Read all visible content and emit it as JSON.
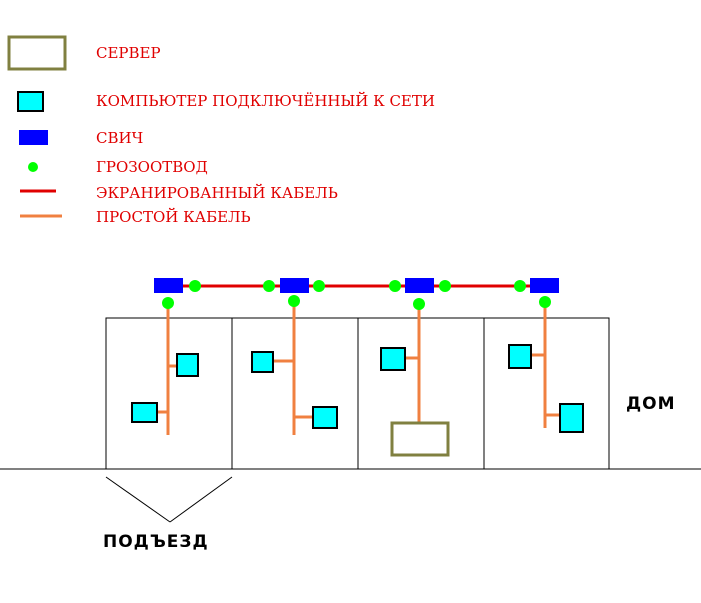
{
  "colors": {
    "server_border": "#808040",
    "computer_fill": "#00ffff",
    "computer_border": "#000000",
    "switch_fill": "#0000ff",
    "lightning_rod": "#00ff00",
    "shielded_cable": "#e00000",
    "simple_cable": "#f08040",
    "legend_text": "#e00000",
    "outline": "#000000"
  },
  "legend": {
    "server": "СЕРВЕР",
    "computer": "КОМПЬЮТЕР ПОДКЛЮЧЁННЫЙ К СЕТИ",
    "switch": "СВИЧ",
    "lightning_rod": "ГРОЗООТВОД",
    "shielded_cable": "ЭКРАНИРОВАННЫЙ КАБЕЛЬ",
    "simple_cable": "ПРОСТОЙ КАБЕЛЬ"
  },
  "labels": {
    "house": "ДОМ",
    "entrance": "ПОДЪЕЗД"
  }
}
